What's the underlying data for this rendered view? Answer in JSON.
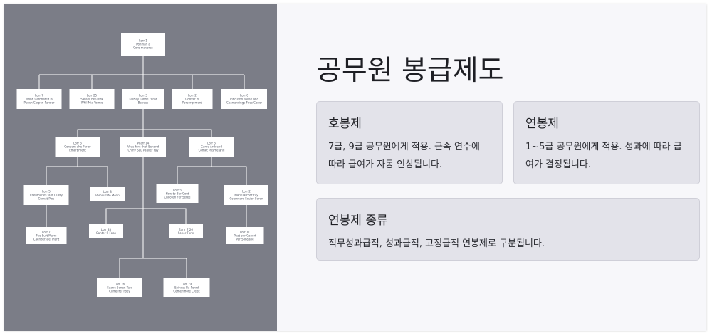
{
  "slide": {
    "title": "공무원 봉급제도",
    "cards": [
      {
        "title": "호봉제",
        "body": "7급, 9급 공무원에게 적용. 근속 연수에 따라 급여가 자동 인상됩니다."
      },
      {
        "title": "연봉제",
        "body": "1~5급 공무원에게 적용. 성과에 따라 급여가 결정됩니다."
      },
      {
        "title": "연봉제 종류",
        "body": "직무성과급적, 성과급적, 고정급적 연봉제로 구분됩니다."
      }
    ]
  },
  "image": {
    "background": "#7b7d87",
    "nodes": [
      {
        "id": "n1",
        "line1": "Lorr 1",
        "line2": "Poninan a",
        "line3": "Core mavores"
      },
      {
        "id": "n2",
        "line1": "Lorr 7",
        "line2": "Monh Caronated Is",
        "line3": "Punch Carpen Parolor"
      },
      {
        "id": "n3",
        "line1": "Lorr 25",
        "line2": "Sanser he Gedk",
        "line3": "Whil Mia Yorme"
      },
      {
        "id": "n4",
        "line1": "Lorr 3",
        "line2": "Doziay Lonhe Fonst",
        "line3": "Beyeus"
      },
      {
        "id": "n5",
        "line1": "Lorr 2",
        "line2": "Goover of",
        "line3": "Porcorgoment"
      },
      {
        "id": "n6",
        "line1": "Lorr 6",
        "line2": "Inficusno Asuse and",
        "line3": "Caarrancings Foce Caner"
      },
      {
        "id": "n7",
        "line1": "Lorr 3",
        "line2": "Concern she Ferlor",
        "line3": "Emerbment"
      },
      {
        "id": "n8",
        "line1": "Poarr 14",
        "line2": "Vous fore that Senond",
        "line3": "Chiny Sau Pauller Fay"
      },
      {
        "id": "n9",
        "line1": "Lorr 3",
        "line2": "Came Ardeend",
        "line3": "Comet Prisme and"
      },
      {
        "id": "n10",
        "line1": "Lorr 5",
        "line2": "Ecenmaries fant Ouefy",
        "line3": "Curnat Pios"
      },
      {
        "id": "n11",
        "line1": "Lorr 8",
        "line2": "Pamcurate Moan",
        "line3": ""
      },
      {
        "id": "n12",
        "line1": "Lorr 5",
        "line2": "How to Ber Cout",
        "line3": "Cnooten Fer Seree"
      },
      {
        "id": "n13",
        "line1": "Lorr 2",
        "line2": "Mantuarchot Fay",
        "line3": "Coamvard Sculor Seren"
      },
      {
        "id": "n14",
        "line1": "Lorr 7",
        "line2": "Fee Surt Marrs",
        "line3": "Caendersuel Plant"
      },
      {
        "id": "n15",
        "line1": "Lorr 33",
        "line2": "Canter S Foan",
        "line3": ""
      },
      {
        "id": "n16",
        "line1": "Earrr 7 26",
        "line2": "Sonor Fone",
        "line3": ""
      },
      {
        "id": "n17",
        "line1": "Lorr 71",
        "line2": "Paat ber Canort",
        "line3": "Par Songane"
      },
      {
        "id": "n18",
        "line1": "Lorr 16",
        "line2": "Saane Senen Tuid",
        "line3": "Curte Ifer Foey"
      },
      {
        "id": "n19",
        "line1": "Lorr 19",
        "line2": "Spinest Ba Penrd",
        "line3": "Cemenffiore Creek"
      }
    ]
  }
}
